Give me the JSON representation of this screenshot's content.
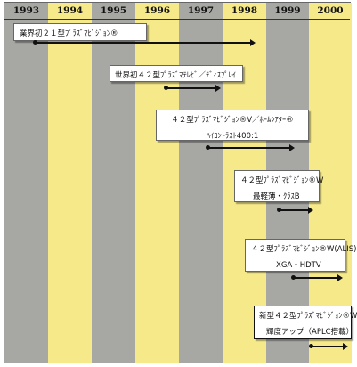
{
  "years": [
    "1993",
    "1994",
    "1995",
    "1996",
    "1997",
    "1998",
    "1999",
    "2000"
  ],
  "colors": {
    "gray": "#a7a7a4",
    "yellow": "#f6e98a",
    "line": "#111111"
  },
  "milestones": [
    {
      "lines": [
        "業界初２１型ﾌﾟﾗｽﾞﾏﾋﾞｼﾞｮﾝ®"
      ]
    },
    {
      "lines": [
        "世界初４２型ﾌﾟﾗｽﾞﾏﾃﾚﾋﾞ／ﾃﾞｨｽﾌﾟﾚｲ"
      ]
    },
    {
      "lines": [
        "４２型ﾌﾟﾗｽﾞﾏﾋﾞｼﾞｮﾝ®V／ﾎｰﾑｼｱﾀｰ®",
        "ﾊｲｺﾝﾄﾗｽﾄ400:1"
      ]
    },
    {
      "lines": [
        "４２型ﾌﾟﾗｽﾞﾏﾋﾞｼﾞｮﾝ®W",
        "最軽薄・ｸﾗｽB"
      ]
    },
    {
      "lines": [
        "４２型ﾌﾟﾗｽﾞﾏﾋﾞｼﾞｮﾝ®W(ALIS)",
        "XGA・HDTV"
      ]
    },
    {
      "lines": [
        "新型４２型ﾌﾟﾗｽﾞﾏﾋﾞｼﾞｮﾝ®W",
        "輝度アップ（APLC搭載）"
      ]
    }
  ]
}
